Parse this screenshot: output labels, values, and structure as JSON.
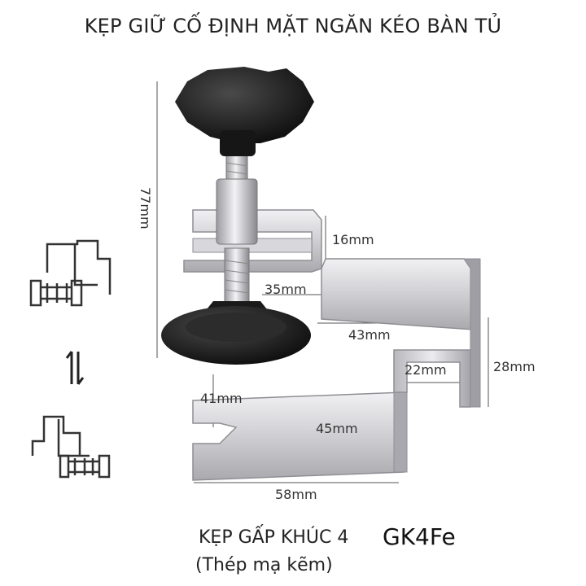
{
  "title": "KẸP GIỮ CỐ ĐỊNH MẶT NGĂN KÉO BÀN TỦ",
  "dimensions": {
    "height_total": "77mm",
    "step_top": "16mm",
    "inner_width": "35mm",
    "mid_width": "43mm",
    "notch_width": "22mm",
    "right_height": "28mm",
    "slot_depth": "41mm",
    "base_height": "45mm",
    "base_width": "58mm"
  },
  "caption": {
    "name": "KẸP GẤP KHÚC 4",
    "code": "GK4Fe",
    "material": "(Thép mạ kẽm)"
  },
  "colors": {
    "steel_light": "#e6e6e8",
    "steel_mid": "#c4c4c8",
    "steel_dark": "#8e8e94",
    "knob": "#1b1b1b",
    "text": "#222222"
  }
}
